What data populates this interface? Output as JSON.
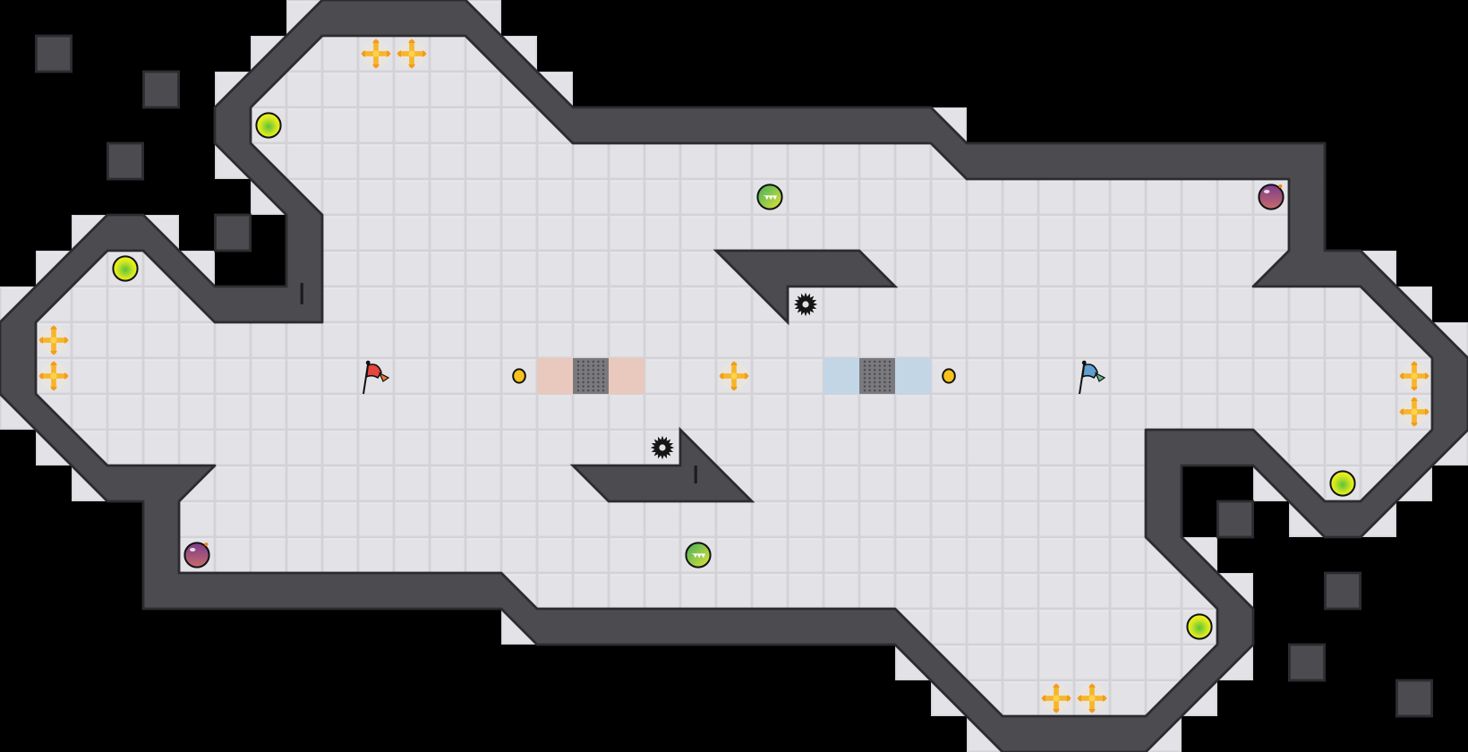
{
  "game": {
    "colors": {
      "background": "#000000",
      "floor": "#e3e3e7",
      "floor_grid": "#d2d2d7",
      "wall": "#4b4b50",
      "wall_edge": "#2c2c30",
      "red_team": "#e8453c",
      "red_gate": "#e9c8bd",
      "blue_team": "#5fa0d0",
      "blue_gate": "#c2d6e6",
      "boost": "#f7b52a",
      "grate": "#7a7a7e",
      "spike": "#151515",
      "powerup_yellow": "#e4ec1a",
      "bomb_purple": "#8e4a8a",
      "rolling_green": "#4caf50"
    },
    "entity_types": [
      "boost",
      "yellow-powerup",
      "bomb",
      "rolling-bomb",
      "spike",
      "red-flag",
      "blue-flag",
      "red-gate",
      "blue-gate",
      "gate-grate",
      "token"
    ]
  }
}
